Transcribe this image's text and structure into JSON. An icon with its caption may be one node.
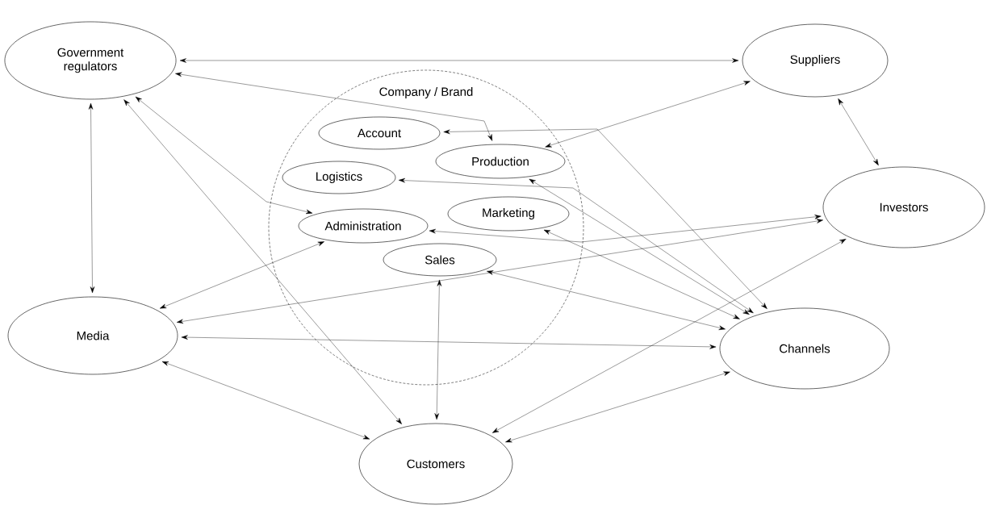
{
  "diagram": {
    "nodes": [
      {
        "text": [
          "Government regulators"
        ]
      },
      {
        "text": [
          "Suppliers"
        ]
      },
      {
        "text": [
          "Company / Brand"
        ]
      },
      {
        "text": [
          "Account"
        ],
        "in": 2
      },
      {
        "text": [
          "Logistics"
        ],
        "in": 2
      },
      {
        "text": [
          "Production"
        ],
        "in": 2
      },
      {
        "text": [
          "Administration"
        ],
        "in": 2
      },
      {
        "text": [
          "Marketing"
        ],
        "in": 2
      },
      {
        "text": [
          "Sales"
        ],
        "in": 2
      },
      {
        "text": [
          "Investors"
        ]
      },
      {
        "text": [
          "Media"
        ]
      },
      {
        "text": [
          "Channels"
        ]
      },
      {
        "text": [
          "Customers"
        ]
      }
    ],
    "edges": [
      {
        "from": 0,
        "to": 1,
        "arrow": "both"
      },
      {
        "from": 0,
        "to": 5,
        "arrow": "both"
      },
      {
        "from": 0,
        "to": 6,
        "arrow": "both"
      },
      {
        "from": 0,
        "to": 10,
        "arrow": "both"
      },
      {
        "from": 0,
        "to": 12,
        "arrow": "both"
      },
      {
        "from": 1,
        "to": 5,
        "arrow": "both"
      },
      {
        "from": 1,
        "to": 9,
        "arrow": "both"
      },
      {
        "from": 11,
        "to": 3,
        "arrow": "both"
      },
      {
        "from": 11,
        "to": 4,
        "arrow": "both"
      },
      {
        "from": 11,
        "to": 5,
        "arrow": "both"
      },
      {
        "from": 11,
        "to": 7,
        "arrow": "both"
      },
      {
        "from": 11,
        "to": 8,
        "arrow": "both"
      },
      {
        "from": 9,
        "to": 6,
        "arrow": "both"
      },
      {
        "from": 10,
        "to": 9,
        "arrow": "both"
      },
      {
        "from": 10,
        "to": 6,
        "arrow": "both"
      },
      {
        "from": 10,
        "to": 11,
        "arrow": "both"
      },
      {
        "from": 10,
        "to": 12,
        "arrow": "both"
      },
      {
        "from": 12,
        "to": 8,
        "arrow": "both"
      },
      {
        "from": 12,
        "to": 9,
        "arrow": "both"
      },
      {
        "from": 12,
        "to": 11,
        "arrow": "both"
      }
    ]
  }
}
